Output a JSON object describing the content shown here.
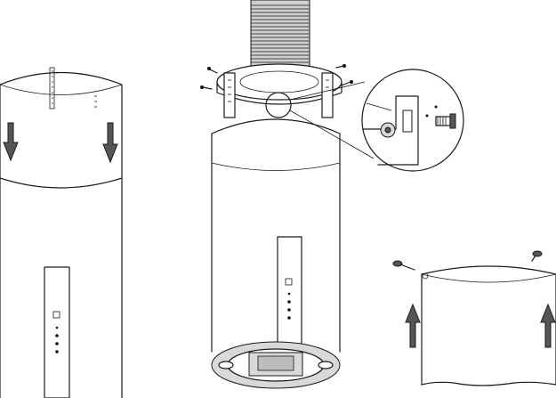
{
  "figure": {
    "panels": [
      {
        "id": "hood-lower-panel",
        "arrow_direction": "down",
        "arrow_count": 2
      },
      {
        "id": "hood-assembly-duct"
      },
      {
        "id": "hood-cover-panel",
        "arrow_direction": "up",
        "arrow_count": 2
      }
    ],
    "icons": [
      "arrow-down-icon",
      "arrow-up-icon",
      "screw-icon",
      "magnify-callout-icon",
      "duct-icon",
      "control-panel-icon"
    ],
    "colors": {
      "stroke": "#1a1a1a",
      "fill_light": "#d9d9d9",
      "fill_dark": "#555555",
      "background": "#ffffff"
    }
  }
}
